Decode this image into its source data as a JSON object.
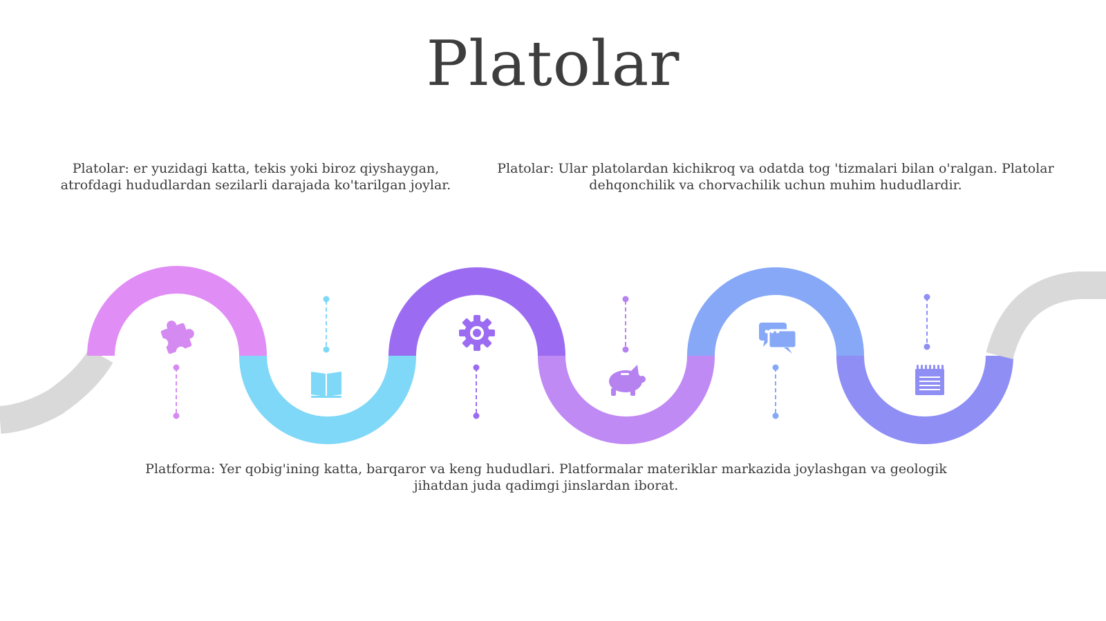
{
  "title": "Platolar",
  "paragraphs": {
    "left": "Platolar: er yuzidagi katta, tekis yoki biroz qiyshaygan, atrofdagi hududlardan sezilarli darajada ko'tarilgan joylar.",
    "right": "Platolar: Ular platolardan kichikroq va odatda tog 'tizmalari bilan o'ralgan. Platolar dehqonchilik va chorvachilik uchun muhim hududlardir.",
    "bottom": "Platforma: Yer qobig'ining katta, barqaror va keng hududlari. Platformalar materiklar markazida joylashgan va geologik jihatdan juda qadimgi jinslardan iborat."
  },
  "timeline": {
    "colors": {
      "gray": "#d9d9d9",
      "pink": "#e08df5",
      "cyan": "#7fd8f7",
      "violet": "#9b6cf2",
      "lilac": "#c08af4",
      "blue": "#86a8f7",
      "periwinkle": "#8f8ef5"
    },
    "icons": [
      {
        "name": "puzzle-icon",
        "color": "#d58af2"
      },
      {
        "name": "book-icon",
        "color": "#7fd8f7"
      },
      {
        "name": "gear-icon",
        "color": "#9b6cf2"
      },
      {
        "name": "piggy-bank-icon",
        "color": "#b582f0"
      },
      {
        "name": "chat-icon",
        "color": "#86a8f7"
      },
      {
        "name": "notepad-icon",
        "color": "#8f8ef5"
      }
    ]
  }
}
